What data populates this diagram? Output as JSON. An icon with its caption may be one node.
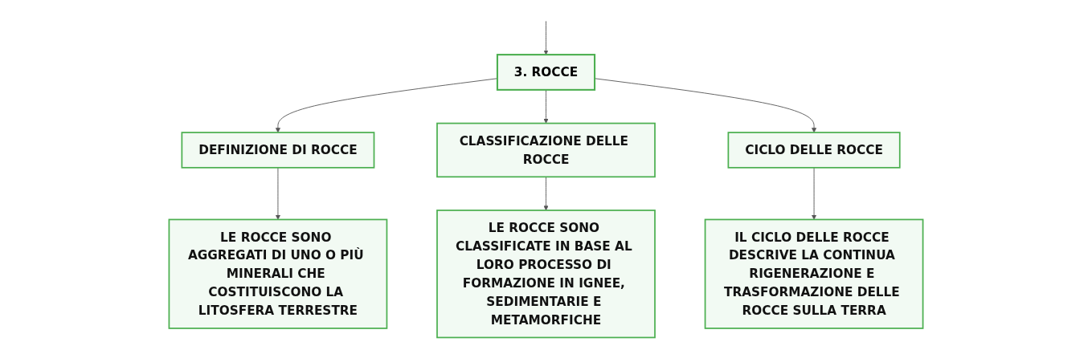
{
  "diagram": {
    "nodes": [
      {
        "text": [
          "3. ROCCE"
        ]
      },
      {
        "text": [
          "DEFINIZIONE DI ROCCE"
        ]
      },
      {
        "text": [
          "CLASSIFICAZIONE DELLE ROCCE"
        ]
      },
      {
        "text": [
          "CICLO DELLE ROCCE"
        ]
      },
      {
        "text": [
          "LE ROCCE SONO AGGREGATI DI UNO O PIÙ MINERALI CHE COSTITUISCONO LA LITOSFERA TERRESTRE"
        ]
      },
      {
        "text": [
          "LE ROCCE SONO CLASSIFICATE IN BASE AL LORO PROCESSO DI FORMAZIONE IN IGNEE, SEDIMENTARIE E METAMORFICHE"
        ]
      },
      {
        "text": [
          "IL CICLO DELLE ROCCE DESCRIVE LA CONTINUA RIGENERAZIONE E TRASFORMAZIONE DELLE ROCCE SULLA TERRA"
        ]
      }
    ],
    "edges": [
      {
        "from": null,
        "to": 0,
        "arrow": "to"
      },
      {
        "from": 0,
        "to": 1,
        "arrow": "to"
      },
      {
        "from": 0,
        "to": 2,
        "arrow": "to"
      },
      {
        "from": 0,
        "to": 3,
        "arrow": "to"
      },
      {
        "from": 1,
        "to": 4,
        "arrow": "to"
      },
      {
        "from": 2,
        "to": 5,
        "arrow": "to"
      },
      {
        "from": 3,
        "to": 6,
        "arrow": "to"
      }
    ]
  }
}
